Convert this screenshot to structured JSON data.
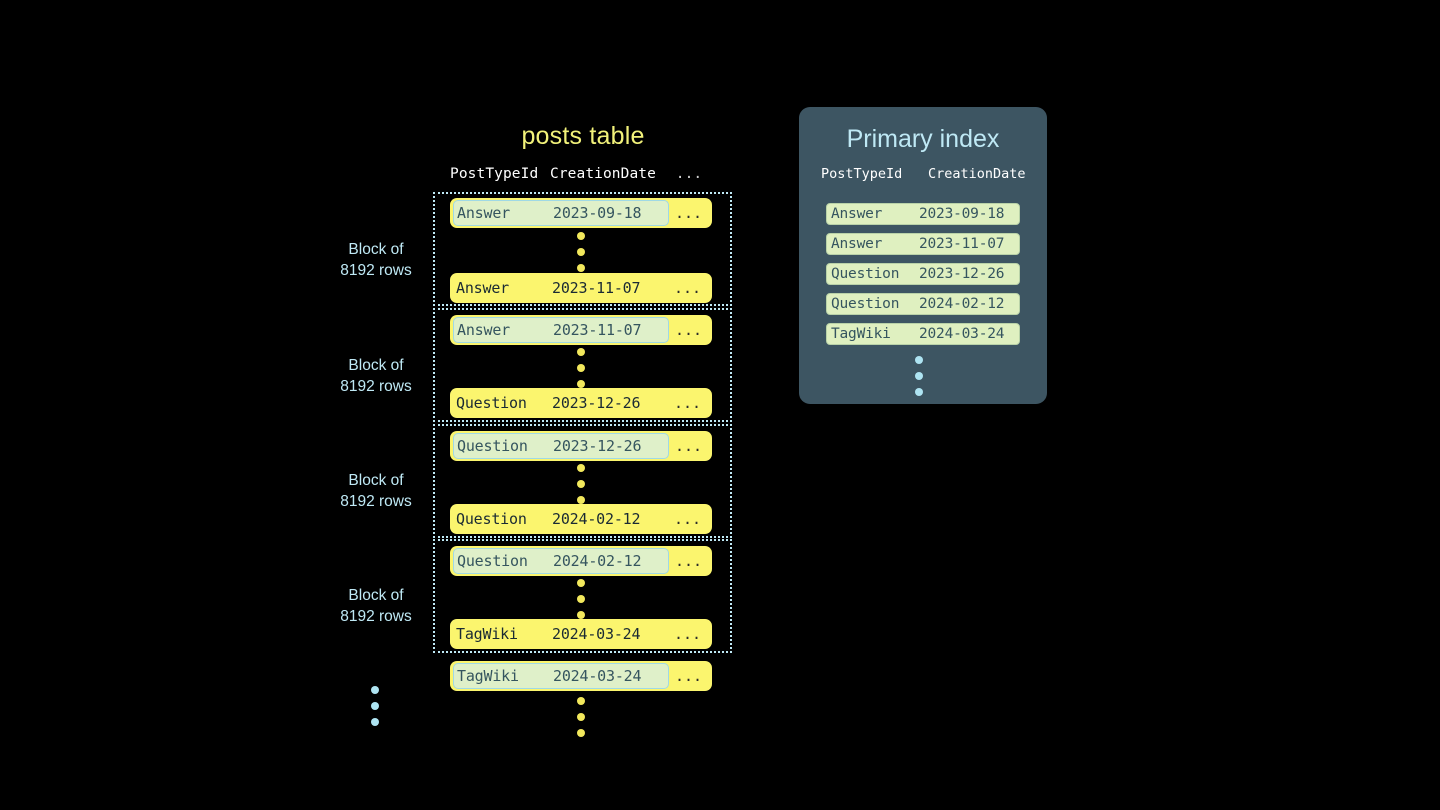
{
  "posts_table": {
    "title": "posts table",
    "columns": {
      "type": "PostTypeId",
      "date": "CreationDate",
      "more": "..."
    },
    "blocks": [
      {
        "label_line1": "Block of",
        "label_line2": "8192 rows",
        "first_row": {
          "type": "Answer",
          "date": "2023-09-18",
          "more": "...",
          "highlighted": true
        },
        "last_row": {
          "type": "Answer",
          "date": "2023-11-07",
          "more": "...",
          "highlighted": false
        }
      },
      {
        "label_line1": "Block of",
        "label_line2": "8192 rows",
        "first_row": {
          "type": "Answer",
          "date": "2023-11-07",
          "more": "...",
          "highlighted": true
        },
        "last_row": {
          "type": "Question",
          "date": "2023-12-26",
          "more": "...",
          "highlighted": false
        }
      },
      {
        "label_line1": "Block of",
        "label_line2": "8192 rows",
        "first_row": {
          "type": "Question",
          "date": "2023-12-26",
          "more": "...",
          "highlighted": true
        },
        "last_row": {
          "type": "Question",
          "date": "2024-02-12",
          "more": "...",
          "highlighted": false
        }
      },
      {
        "label_line1": "Block of",
        "label_line2": "8192 rows",
        "first_row": {
          "type": "Question",
          "date": "2024-02-12",
          "more": "...",
          "highlighted": true
        },
        "last_row": {
          "type": "TagWiki",
          "date": "2024-03-24",
          "more": "...",
          "highlighted": false
        }
      }
    ],
    "trailing_row": {
      "type": "TagWiki",
      "date": "2024-03-24",
      "more": "...",
      "highlighted": true
    }
  },
  "primary_index": {
    "title": "Primary index",
    "columns": {
      "type": "PostTypeId",
      "date": "CreationDate"
    },
    "rows": [
      {
        "type": "Answer",
        "date": "2023-09-18"
      },
      {
        "type": "Answer",
        "date": "2023-11-07"
      },
      {
        "type": "Question",
        "date": "2023-12-26"
      },
      {
        "type": "Question",
        "date": "2024-02-12"
      },
      {
        "type": "TagWiki",
        "date": "2024-03-24"
      }
    ]
  },
  "colors": {
    "background": "#000000",
    "row_yellow": "#fbf56e",
    "highlight_green": "#dff0c9",
    "highlight_border": "#9fd9e6",
    "index_panel": "#3d5562",
    "accent_blue": "#bfe9f5",
    "title_yellow": "#f2f27a"
  }
}
